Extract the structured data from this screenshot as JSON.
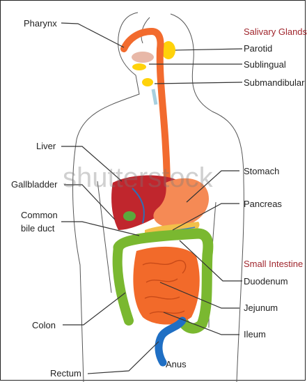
{
  "watermark": "shutterstock",
  "groups": {
    "salivary_glands": "Salivary Glands",
    "small_intestine": "Small Intestine"
  },
  "labels": {
    "pharynx": "Pharynx",
    "parotid": "Parotid",
    "sublingual": "Sublingual",
    "submandibular": "Submandibular",
    "liver": "Liver",
    "gallbladder": "Gallbladder",
    "common_bile_duct_1": "Common",
    "common_bile_duct_2": "bile duct",
    "stomach": "Stomach",
    "pancreas": "Pancreas",
    "duodenum": "Duodenum",
    "jejunum": "Jejunum",
    "ileum": "Ileum",
    "colon": "Colon",
    "rectum": "Rectum",
    "anus": "Anus"
  },
  "colors": {
    "esophagus": "#f26b2e",
    "salivary": "#ffd20a",
    "liver": "#c0262d",
    "stomach": "#f58a55",
    "colon": "#7ab830",
    "small_intestine": "#f26a2a",
    "rectum": "#1f6fc4",
    "header": "#a0262d"
  }
}
